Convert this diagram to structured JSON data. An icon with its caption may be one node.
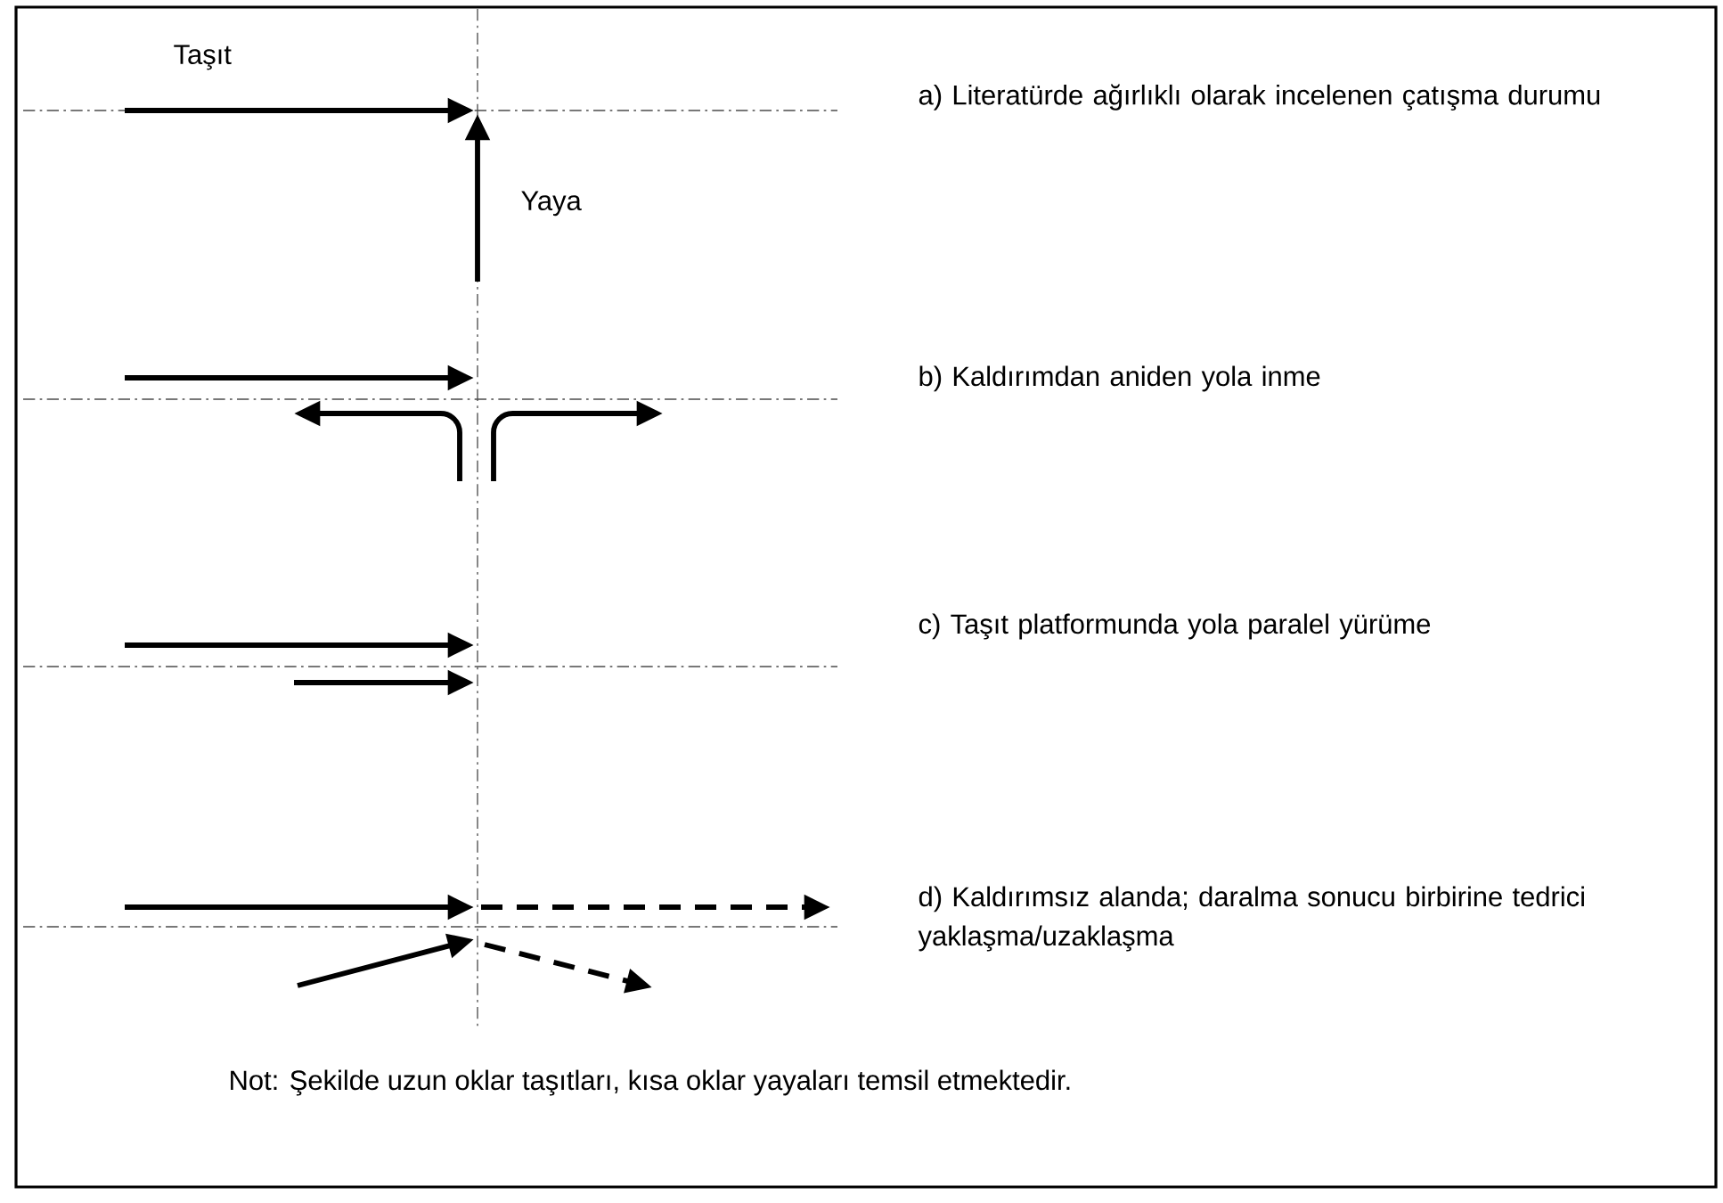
{
  "diagram": {
    "labels": [
      "Taşıt",
      "a) Literatürde ağırlıklı olarak incelenen çatışma durumu",
      "Yaya",
      "b) Kaldırımdan aniden yola inme",
      "c) Taşıt platformunda yola paralel yürüme",
      "d) Kaldırımsız alanda; daralma sonucu birbirine tedrici yaklaşma/uzaklaşma",
      "Not: Şekilde uzun oklar taşıtları, kısa oklar yayaları temsil etmektedir."
    ]
  }
}
